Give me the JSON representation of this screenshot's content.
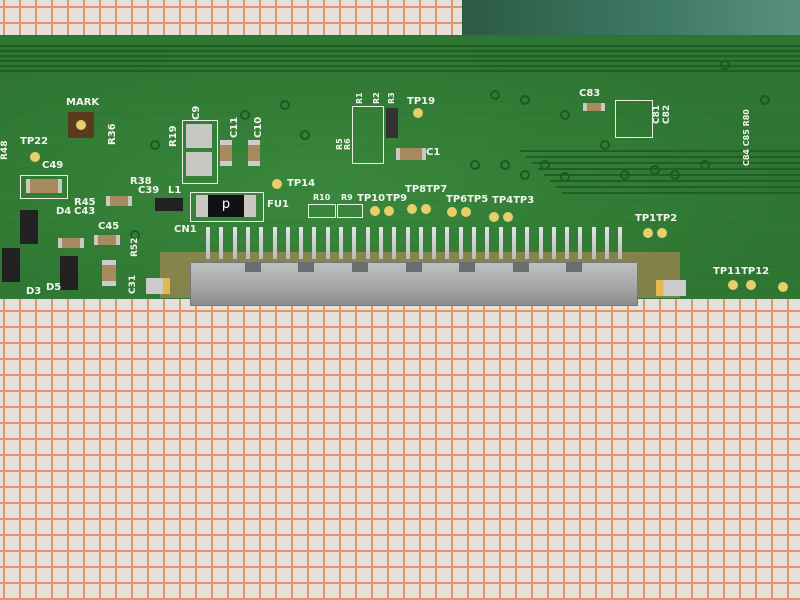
{
  "labels": [
    "MARK",
    "TP22",
    "C49",
    "R36",
    "R38",
    "C39",
    "R19",
    "C9",
    "C11",
    "C10",
    "TP14",
    "L1",
    "FU1",
    "CN1",
    "R10",
    "R9",
    "TP10",
    "TP9",
    "TP8TP7",
    "TP6TP5",
    "TP4TP3",
    "TP19",
    "R1",
    "R2",
    "R3",
    "R5",
    "R6",
    "C1",
    "C83",
    "C81",
    "C82",
    "C84 C85 R80",
    "TP1TP2",
    "TP11TP12",
    "D4",
    "C43",
    "R45",
    "C45",
    "R52",
    "C31",
    "D3",
    "D5",
    "R48"
  ],
  "fuse_mark": "p",
  "colors": {
    "board": "#2f7a34",
    "silkscreen": "#f2f5ee",
    "pad": "#e7cf6a",
    "grid": "#e7936a",
    "background": "#e4e0dc"
  }
}
